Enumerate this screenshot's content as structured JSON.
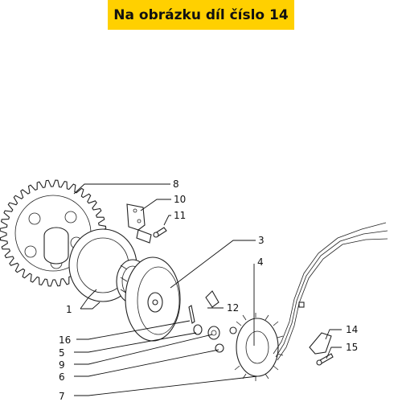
{
  "header": {
    "caption": "Na obrázku díl číslo 14",
    "background": "#ffd000"
  },
  "callouts": [
    {
      "id": "1",
      "label": "1"
    },
    {
      "id": "3",
      "label": "3"
    },
    {
      "id": "4",
      "label": "4"
    },
    {
      "id": "5",
      "label": "5"
    },
    {
      "id": "6",
      "label": "6"
    },
    {
      "id": "7",
      "label": "7"
    },
    {
      "id": "8",
      "label": "8"
    },
    {
      "id": "9",
      "label": "9"
    },
    {
      "id": "10",
      "label": "10"
    },
    {
      "id": "11",
      "label": "11"
    },
    {
      "id": "12",
      "label": "12"
    },
    {
      "id": "14",
      "label": "14"
    },
    {
      "id": "15",
      "label": "15"
    },
    {
      "id": "16",
      "label": "16"
    }
  ]
}
